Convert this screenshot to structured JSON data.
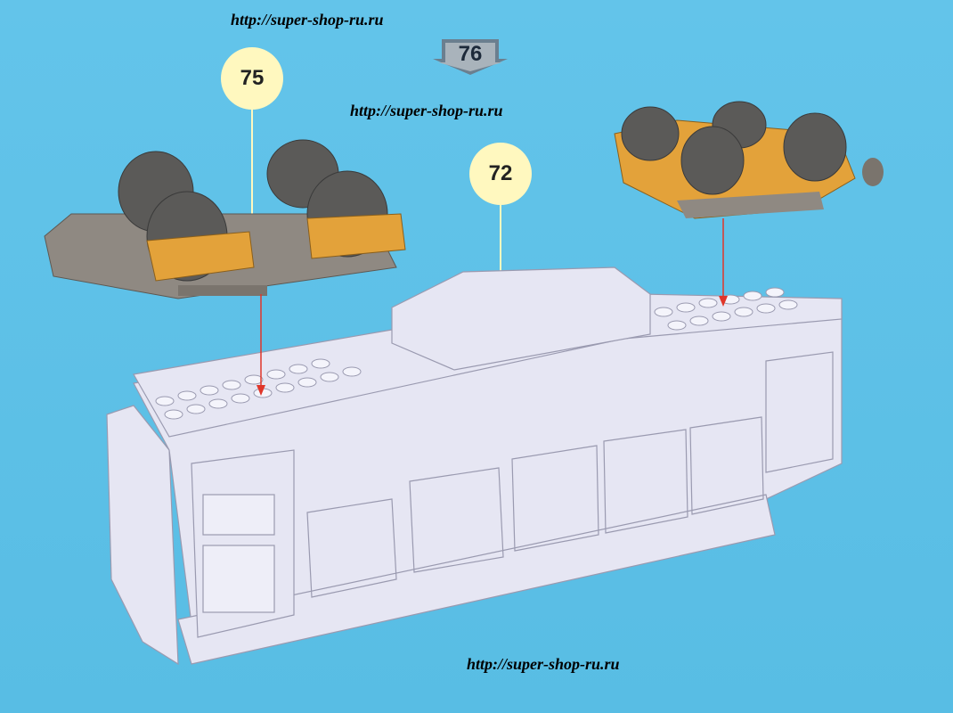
{
  "watermark": {
    "top": "http://super-shop-ru.ru",
    "middle": "http://super-shop-ru.ru",
    "bottom": "http://super-shop-ru.ru"
  },
  "step": {
    "number": "76"
  },
  "callouts": {
    "left_part": "75",
    "center_part": "72"
  },
  "colors": {
    "background": "#5ec0e6",
    "bogie_accent": "#e3a23a",
    "bogie_frame": "#8f8982",
    "wheel": "#5b5a58",
    "body": "#e6e6f3",
    "arrow_red": "#e0362a"
  }
}
